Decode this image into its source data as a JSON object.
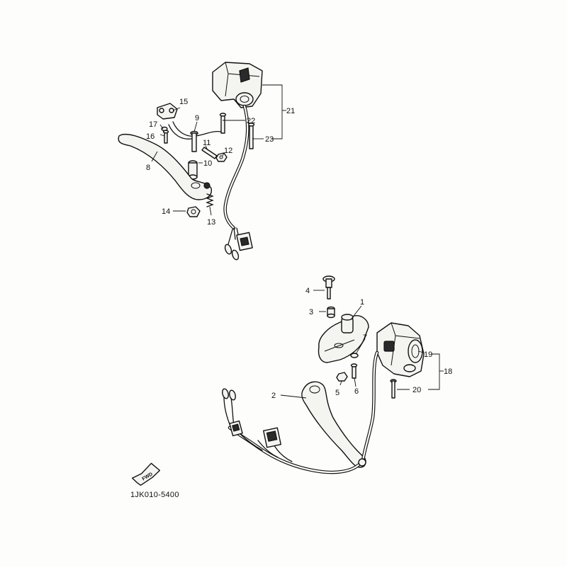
{
  "diagram": {
    "code": "1JK010-5400",
    "badge": "FWD",
    "callouts": {
      "c1": "1",
      "c2": "2",
      "c3": "3",
      "c4": "4",
      "c5": "5",
      "c6": "6",
      "c7": "7",
      "c8": "8",
      "c9": "9",
      "c10": "10",
      "c11": "11",
      "c12": "12",
      "c13": "13",
      "c14": "14",
      "c15": "15",
      "c16": "16",
      "c17": "17",
      "c18": "18",
      "c19": "19",
      "c20": "20",
      "c21": "21",
      "c22": "22",
      "c23": "23"
    }
  }
}
